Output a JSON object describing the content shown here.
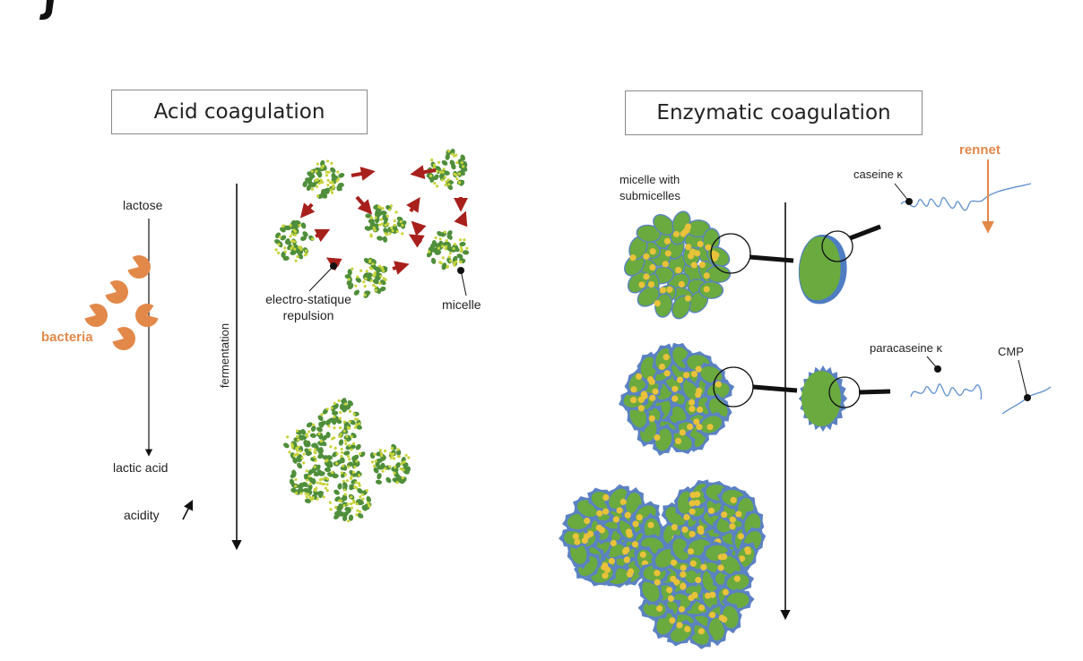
{
  "acid": {
    "title": "Acid coagulation",
    "lactose": "lactose",
    "bacteria": "bacteria",
    "lactic_acid": "lactic acid",
    "acidity": "acidity",
    "fermentation": "fermentation",
    "electro_line1": "electro-statique",
    "electro_line2": "repulsion",
    "micelle": "micelle"
  },
  "enzymatic": {
    "title": "Enzymatic coagulation",
    "micelle_line1": "micelle with",
    "micelle_line2": "submicelles",
    "caseine": "caseine κ",
    "rennet": "rennet",
    "paracaseine": "paracaseine κ",
    "cmp": "CMP"
  },
  "colors": {
    "green": "#6aaa3f",
    "yellow": "#e8c23a",
    "blue": "#5b82c2",
    "red": "#a8201c",
    "orange": "#e2894a",
    "line": "#5f8fcf"
  }
}
